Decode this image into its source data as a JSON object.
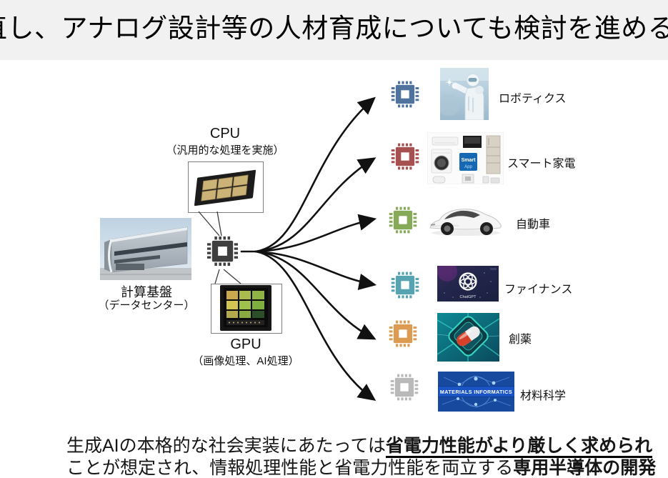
{
  "header": {
    "title": "直し、アナログ設計等の人材育成についても検討を進める"
  },
  "infrastructure": {
    "name": "計算基盤",
    "desc": "（データセンター）"
  },
  "cpu": {
    "name": "CPU",
    "desc": "（汎用的な処理を実施）"
  },
  "gpu": {
    "name": "GPU",
    "desc": "（画像処理、AI処理）"
  },
  "hub": {
    "chip_color": "#3f3f3f"
  },
  "applications": [
    {
      "label": "ロボティクス",
      "chip_color": "#50739e"
    },
    {
      "label": "スマート家電",
      "chip_color": "#a65050",
      "badge_line1": "Smart",
      "badge_line2": "App"
    },
    {
      "label": "自動車",
      "chip_color": "#86aa58"
    },
    {
      "label": "ファイナンス",
      "chip_color": "#57a3b2",
      "logo_text": "ChatGPT"
    },
    {
      "label": "創薬",
      "chip_color": "#dd9b51"
    },
    {
      "label": "材料科学",
      "chip_color": "#b9b9b9",
      "banner_text": "MATERIALS INFORMATICS"
    }
  ],
  "footer": {
    "line1_normal": "生成AIの本格的な社会実装にあたっては",
    "line1_emphasis": "省電力性能がより厳しく求められ",
    "line2_normal": "ことが想定され、情報処理性能と省電力性能を両立する",
    "line2_emphasis": "専用半導体の開発"
  }
}
